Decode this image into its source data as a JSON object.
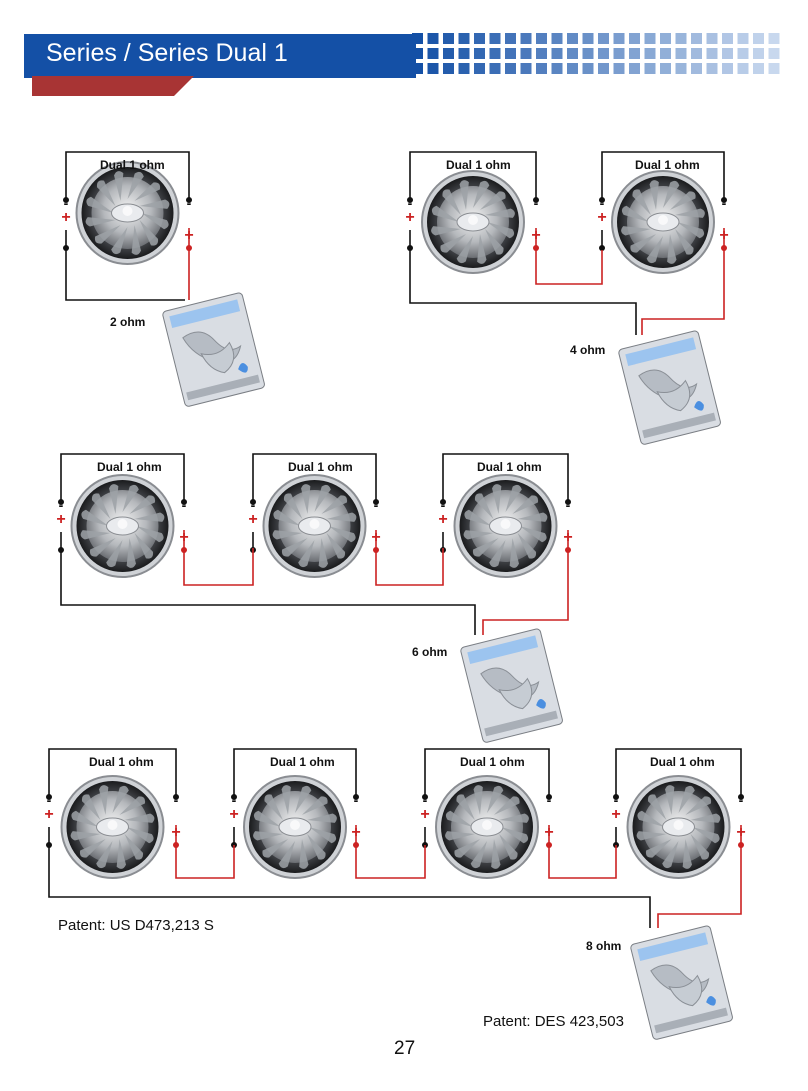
{
  "header": {
    "title": "Series / Series Dual 1",
    "band_color": "#1450a6",
    "accent_color": "#a83434"
  },
  "wiring": {
    "negative_color": "#111111",
    "positive_color": "#cc2222",
    "plus_symbol": "+",
    "minus_symbol": "-"
  },
  "diagrams": [
    {
      "id": "d1",
      "speakers": [
        "Dual 1 ohm"
      ],
      "amp_label": "2 ohm"
    },
    {
      "id": "d2",
      "speakers": [
        "Dual 1 ohm",
        "Dual 1 ohm"
      ],
      "amp_label": "4 ohm"
    },
    {
      "id": "d3",
      "speakers": [
        "Dual 1 ohm",
        "Dual 1 ohm",
        "Dual 1 ohm"
      ],
      "amp_label": "6 ohm"
    },
    {
      "id": "d4",
      "speakers": [
        "Dual 1 ohm",
        "Dual 1 ohm",
        "Dual 1 ohm",
        "Dual 1 ohm"
      ],
      "amp_label": "8 ohm"
    }
  ],
  "patents": [
    "Patent: US D473,213 S",
    "Patent: DES 423,503"
  ],
  "page_number": "27"
}
